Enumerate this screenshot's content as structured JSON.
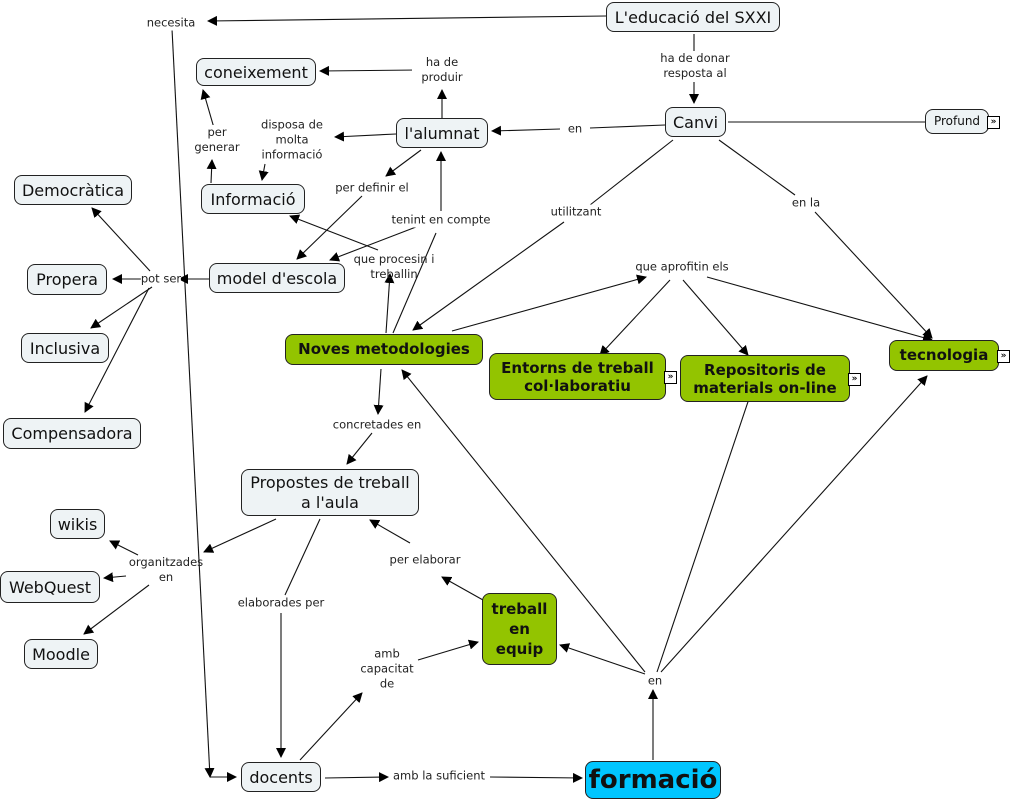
{
  "nodes": {
    "educacio": "L'educació del SXXI",
    "canvi": "Canvi",
    "profund": "Profund",
    "alumnat": "l'alumnat",
    "coneixement": "coneixement",
    "informacio": "Informació",
    "model": "model d'escola",
    "democratica": "Democràtica",
    "propera": "Propera",
    "inclusiva": "Inclusiva",
    "compensadora": "Compensadora",
    "noves": "Noves metodologies",
    "entorns": "Entorns de treball col·laboratiu",
    "repositoris": "Repositoris de materials on-line",
    "tecnologia": "tecnologia",
    "propostes": "Propostes de treball a l'aula",
    "wikis": "wikis",
    "webquest": "WebQuest",
    "moodle": "Moodle",
    "treball_equip": "treball en equip",
    "docents": "docents",
    "formacio": "formació"
  },
  "links": {
    "necesita": "necesita",
    "ha_de_donar": "ha de donar resposta al",
    "en_canvi": "en",
    "ha_de_produir": "ha de produir",
    "disposa": "disposa de molta informació",
    "per_generar": "per generar",
    "per_definir": "per definir el",
    "tenint": "tenint en compte",
    "que_procesin": "que procesin i treballin",
    "pot_ser": "pot ser",
    "utilitzant": "utilitzant",
    "en_la": "en la",
    "que_aprofitin": "que aprofitin els",
    "concretades": "concretades en",
    "organitzades": "organitzades en",
    "elaborades": "elaborades per",
    "per_elaborar": "per elaborar",
    "amb_capacitat": "amb capacitat de",
    "amb_suficient": "amb la suficient",
    "en_formacio": "en"
  },
  "link_icon": "»",
  "colors": {
    "concept_fill": "#eef3f5",
    "highlight_fill": "#93c400",
    "formacio_fill": "#00c6ff"
  }
}
